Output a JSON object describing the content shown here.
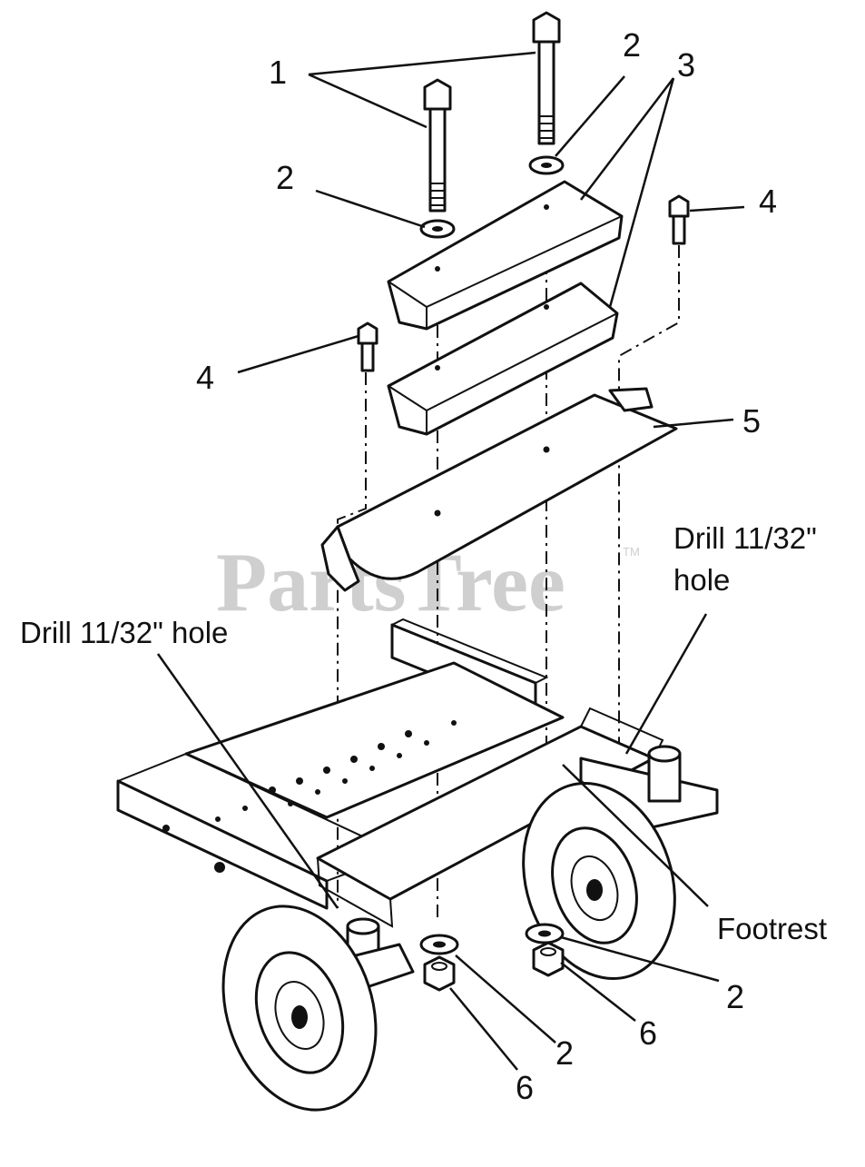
{
  "diagram": {
    "watermark": "PartsTree",
    "watermark_mark": "TM",
    "callouts": {
      "c1": "1",
      "c2a": "2",
      "c2b": "2",
      "c2c": "2",
      "c2d": "2",
      "c3": "3",
      "c4a": "4",
      "c4b": "4",
      "c5": "5",
      "c6a": "6",
      "c6b": "6"
    },
    "notes": {
      "drill_left": "Drill 11/32\" hole",
      "drill_right_line1": "Drill 11/32\"",
      "drill_right_line2": "hole",
      "footrest": "Footrest"
    }
  }
}
